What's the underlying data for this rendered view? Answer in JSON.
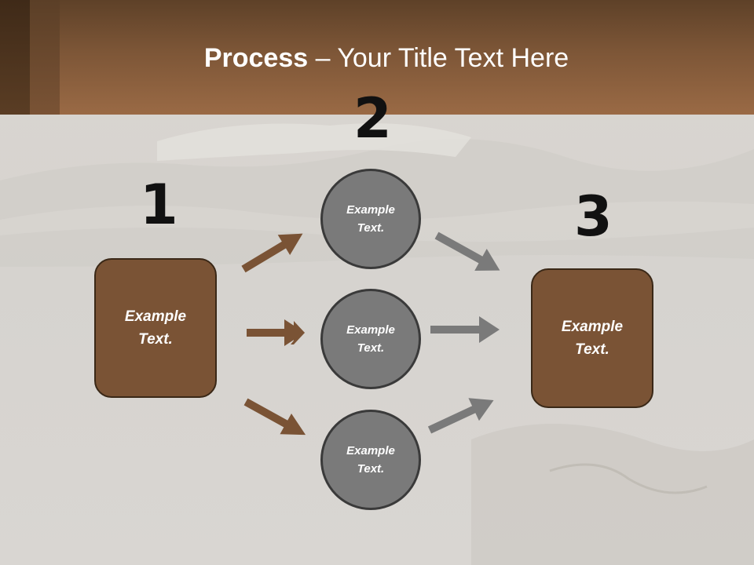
{
  "title": {
    "bold": "Process",
    "rest": " – Your Title Text Here"
  },
  "steps": {
    "one": "1",
    "two": "2",
    "three": "3"
  },
  "left_box": {
    "line1": "Example",
    "line2": "Text."
  },
  "circles": [
    {
      "line1": "Example",
      "line2": "Text."
    },
    {
      "line1": "Example",
      "line2": "Text."
    },
    {
      "line1": "Example",
      "line2": "Text."
    }
  ],
  "right_box": {
    "line1": "Example",
    "line2": "Text."
  },
  "colors": {
    "brown": "#7a5335",
    "gray": "#7a7a7a",
    "header": "#7d5637"
  }
}
